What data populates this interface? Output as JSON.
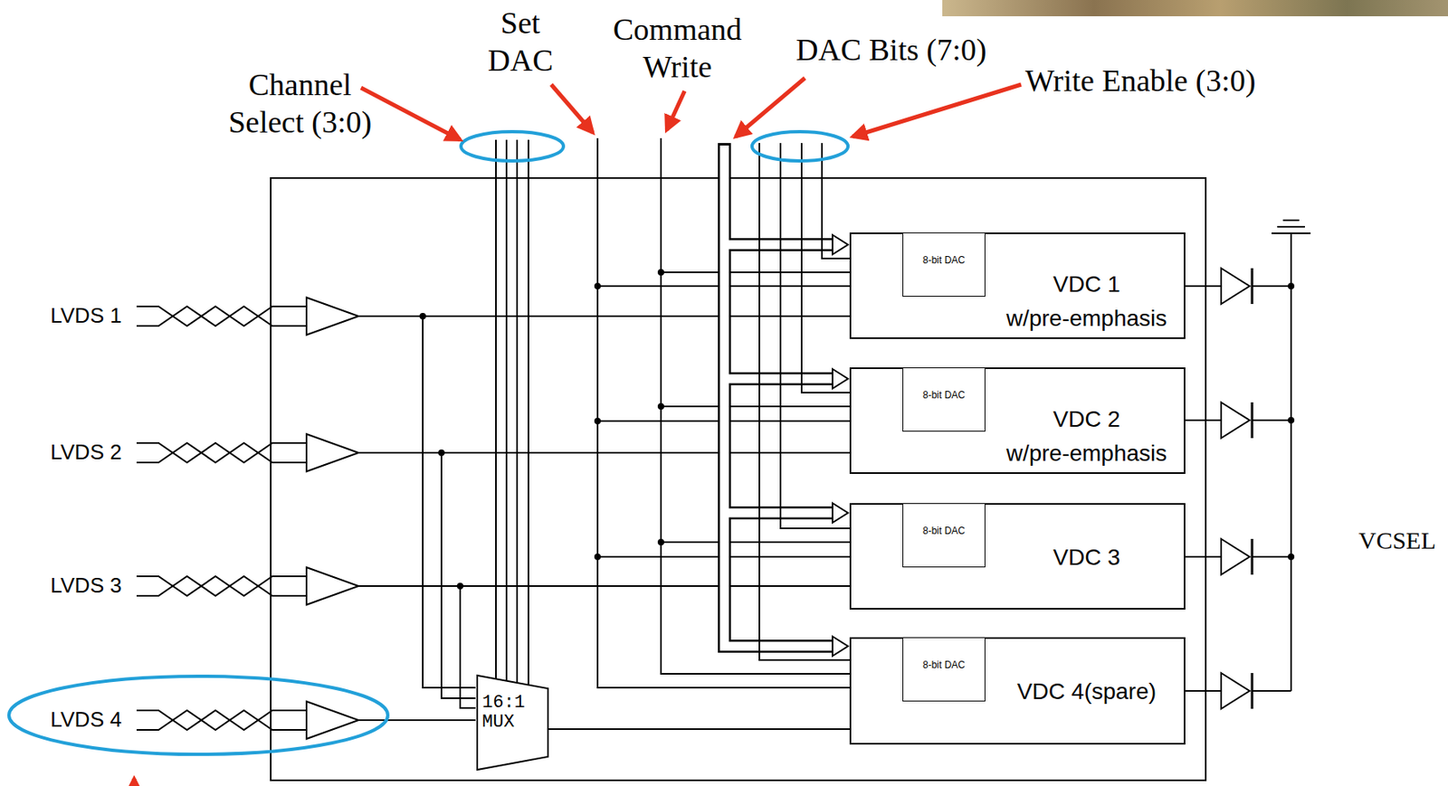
{
  "diagram": {
    "nodes": [
      {
        "text": [
          "VDC 1",
          "w/pre-emphasis"
        ]
      },
      {
        "text": [
          "8-bit DAC"
        ],
        "in": 0
      },
      {
        "text": [
          "VDC 2",
          "w/pre-emphasis"
        ]
      },
      {
        "text": [
          "8-bit DAC"
        ],
        "in": 2
      },
      {
        "text": [
          "VDC 3"
        ]
      },
      {
        "text": [
          "8-bit DAC"
        ],
        "in": 4
      },
      {
        "text": [
          "VDC 4(spare)"
        ]
      },
      {
        "text": [
          "8-bit DAC"
        ],
        "in": 6
      },
      {
        "text": [
          "16:1 MUX"
        ]
      }
    ],
    "edges": [
      {
        "from": 8,
        "to": 6,
        "arrow": "none"
      }
    ],
    "labels": [
      "Set DAC",
      "Command Write",
      "Channel Select (3:0)",
      "DAC Bits (7:0)",
      "Write Enable (3:0)",
      "LVDS 1",
      "LVDS 2",
      "LVDS 3",
      "LVDS 4",
      "VCSEL"
    ]
  }
}
